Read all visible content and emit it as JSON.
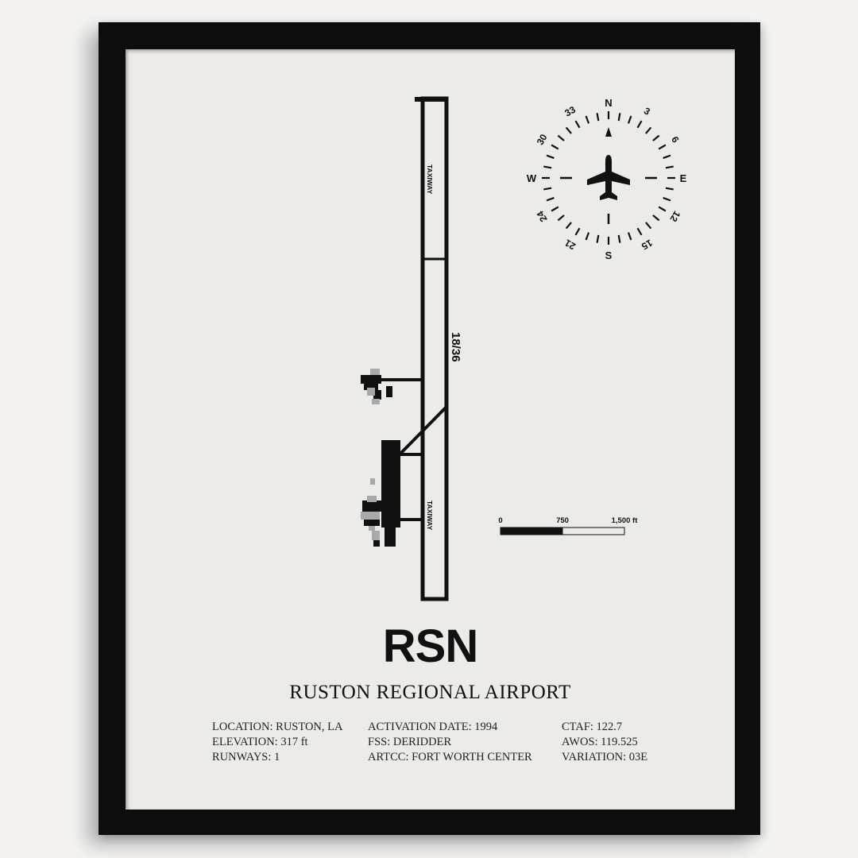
{
  "airport": {
    "code": "RSN",
    "name": "RUSTON REGIONAL AIRPORT"
  },
  "details": {
    "location": "LOCATION: RUSTON, LA",
    "elevation": "ELEVATION: 317 ft",
    "runways": "RUNWAYS: 1",
    "activation": "ACTIVATION DATE: 1994",
    "fss": "FSS: DERIDDER",
    "artcc": "ARTCC: FORT WORTH CENTER",
    "ctaf": "CTAF: 122.7",
    "awos": "AWOS: 119.525",
    "variation": "VARIATION: 03E"
  },
  "diagram": {
    "runway_label": "18/36",
    "taxiway_label": "TAXIWAY",
    "scale_labels": [
      "0",
      "750",
      "1,500 ft"
    ]
  },
  "compass": {
    "cardinals": {
      "north": "N",
      "east": "E",
      "south": "S",
      "west": "W"
    },
    "numbers": [
      "3",
      "6",
      "12",
      "15",
      "21",
      "24",
      "30",
      "33"
    ]
  },
  "colors": {
    "frame": "#0d0d0d",
    "mat": "#edebe8",
    "ink": "#111111",
    "building_gray": "#a9a9a9"
  }
}
